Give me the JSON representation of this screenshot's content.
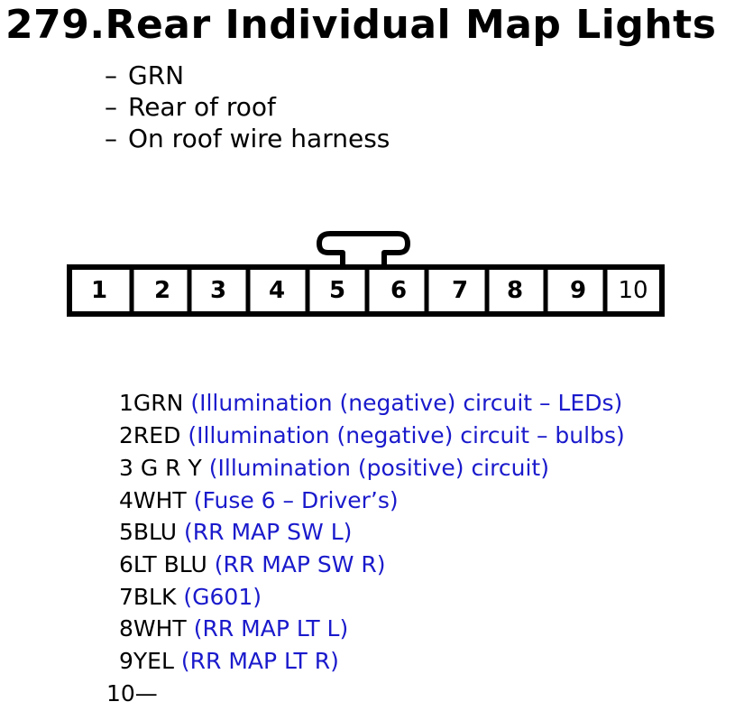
{
  "title": "279.Rear Individual Map Lights",
  "bullets": [
    {
      "dash": "–",
      "text": "GRN"
    },
    {
      "dash": "–",
      "text": "Rear of roof"
    },
    {
      "dash": "–",
      "text": "On roof wire harness"
    }
  ],
  "pins": [
    "1",
    "2",
    "3",
    "4",
    "5",
    "6",
    "7",
    "8",
    "9",
    "10"
  ],
  "pinout": [
    {
      "wire": "1GRN",
      "desc": "(Illumination (negative) circuit – LEDs)"
    },
    {
      "wire": "2RED",
      "desc": "(Illumination (negative) circuit – bulbs)"
    },
    {
      "wire": "3 G R Y",
      "desc": "(Illumination (positive) circuit)"
    },
    {
      "wire": "4WHT",
      "desc": "(Fuse 6 – Driver’s)"
    },
    {
      "wire": "5BLU",
      "desc": "(RR MAP SW L)"
    },
    {
      "wire": "6LT BLU",
      "desc": "(RR MAP SW R)"
    },
    {
      "wire": "7BLK",
      "desc": "(G601)"
    },
    {
      "wire": "8WHT",
      "desc": "(RR MAP LT L)"
    },
    {
      "wire": "9YEL",
      "desc": "(RR MAP LT R)"
    },
    {
      "wire": "10—",
      "desc": ""
    }
  ]
}
